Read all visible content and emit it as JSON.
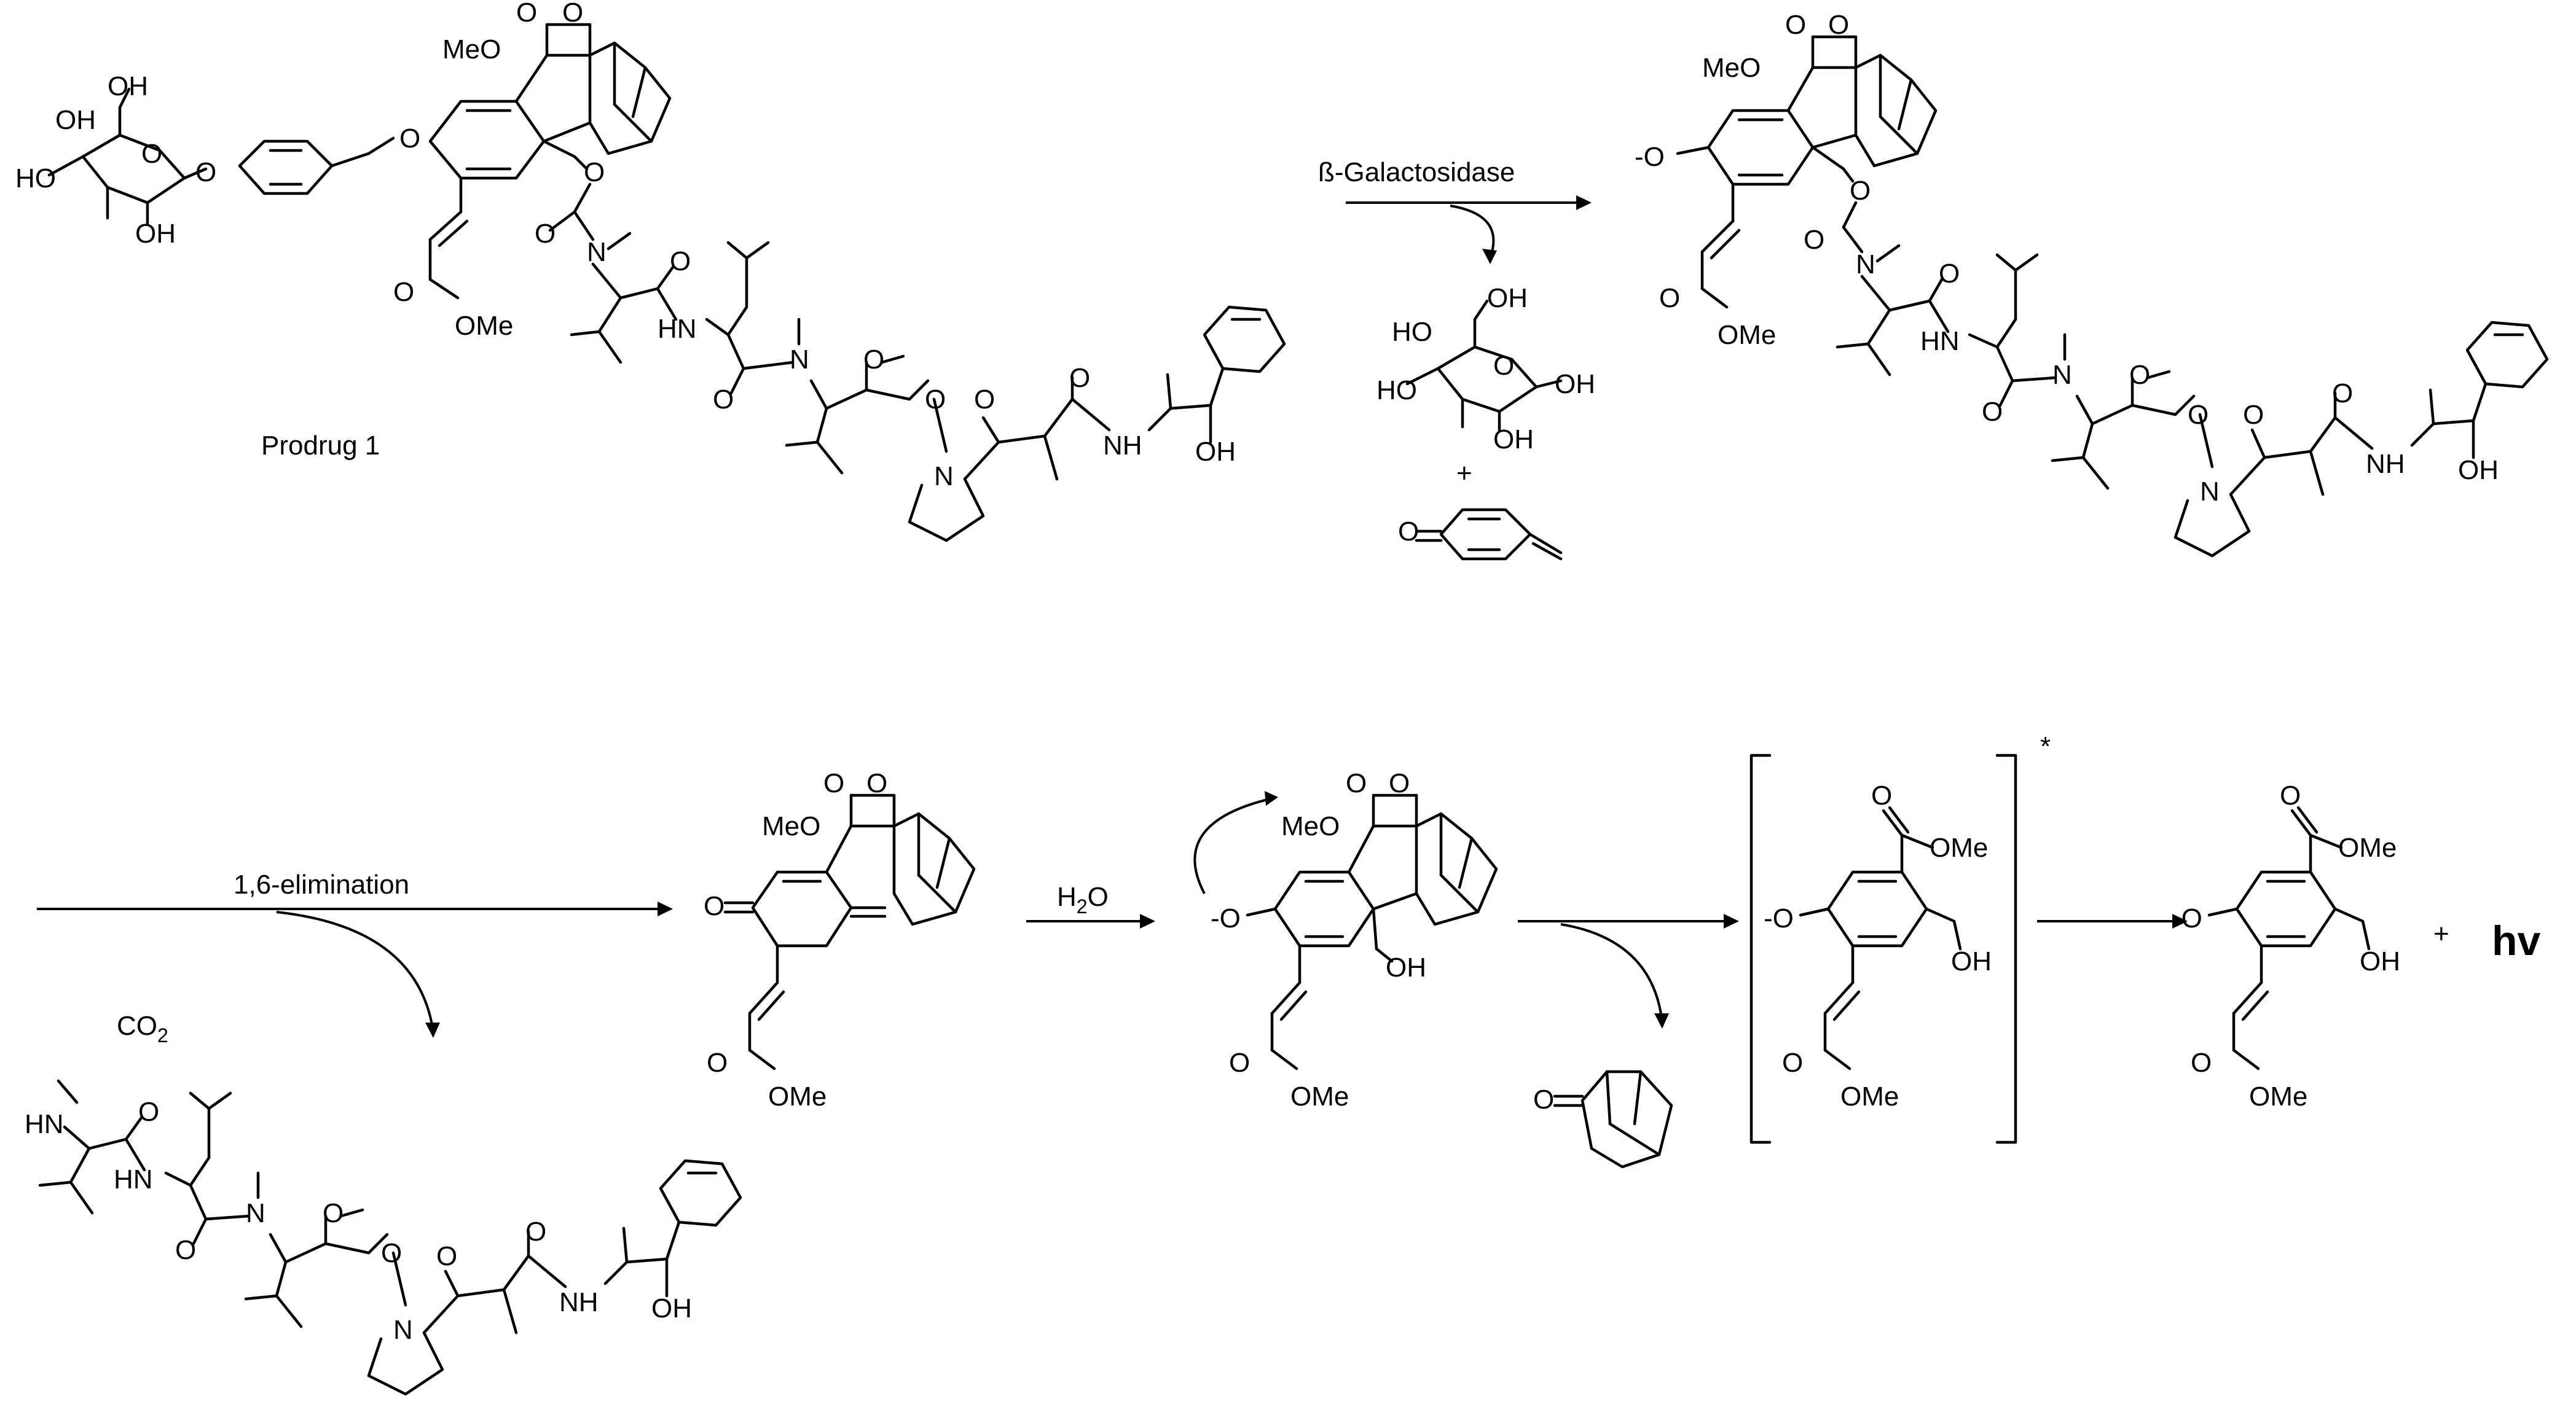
{
  "prodrug_label": "Prodrug 1",
  "enzyme_label": "ß-Galactosidase",
  "plus_sign": "+",
  "elimination_label": "1,6-elimination",
  "co2_label": "CO",
  "co2_subscript": "2",
  "water_label": "H",
  "water_sub": "2",
  "water_tail": "O",
  "excited_marker": "*",
  "light_label": "hv",
  "atoms": {
    "meo": "MeO",
    "ome": "OMe",
    "o": "O",
    "n": "N",
    "hn": "HN",
    "nh": "NH",
    "h": "H",
    "oh": "OH",
    "ho": "HO",
    "o_minus": "-O",
    "minus": "-"
  }
}
